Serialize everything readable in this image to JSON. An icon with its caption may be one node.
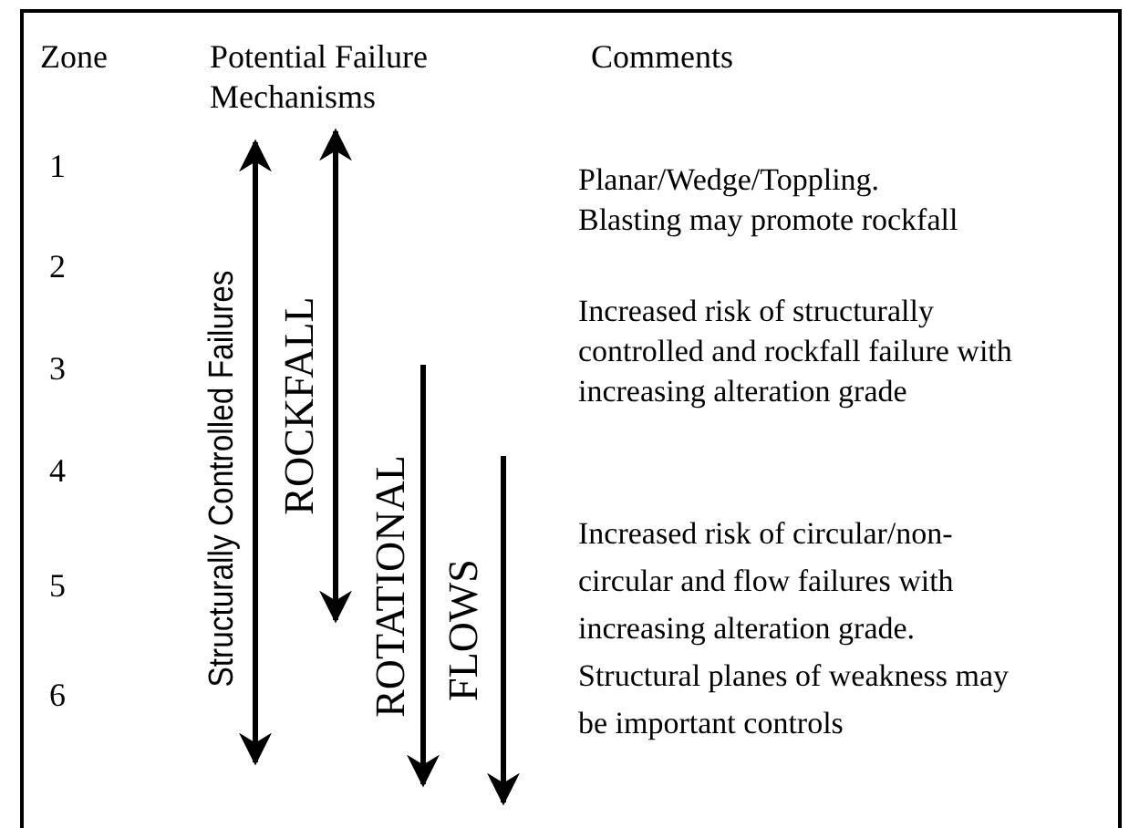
{
  "diagram": {
    "labels": [
      "Zone",
      "Potential Failure Mechanisms",
      "Comments",
      "1",
      "2",
      "3",
      "4",
      "5",
      "6",
      "Structurally Controlled Failures",
      "ROCKFALL",
      "ROTATIONAL",
      "FLOWS",
      "Planar/Wedge/Toppling. Blasting may promote rockfall",
      "Increased risk of structurally controlled and rockfall failure with increasing alteration grade",
      "Increased risk of circular/non-circular and flow failures with increasing alteration grade. Structural planes of weakness may be important controls"
    ]
  }
}
